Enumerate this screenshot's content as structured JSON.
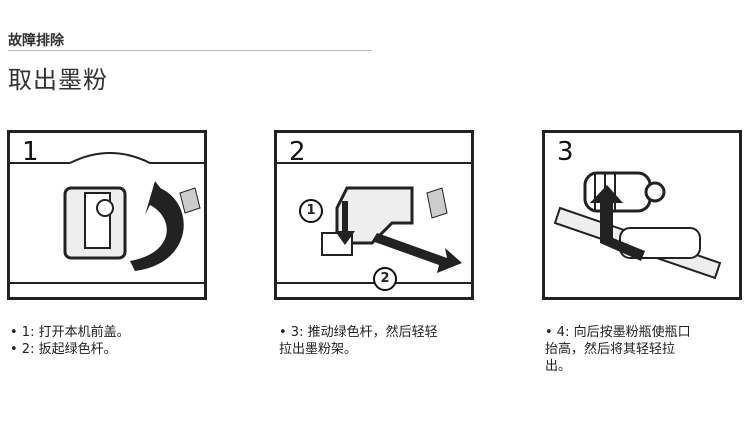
{
  "header": {
    "section": "故障排除",
    "title": "取出墨粉"
  },
  "panels": [
    {
      "number": "1",
      "callouts": []
    },
    {
      "number": "2",
      "callouts": [
        "1",
        "2"
      ]
    },
    {
      "number": "3",
      "callouts": []
    }
  ],
  "captions": [
    {
      "lines": [
        "• 1: 打开本机前盖。",
        "• 2: 扳起绿色杆。"
      ]
    },
    {
      "lines": [
        "• 3: 推动绿色杆，然后轻轻",
        "拉出墨粉架。"
      ]
    },
    {
      "lines": [
        "• 4: 向后按墨粉瓶使瓶口",
        "抬高，然后将其轻轻拉",
        "出。"
      ]
    }
  ]
}
